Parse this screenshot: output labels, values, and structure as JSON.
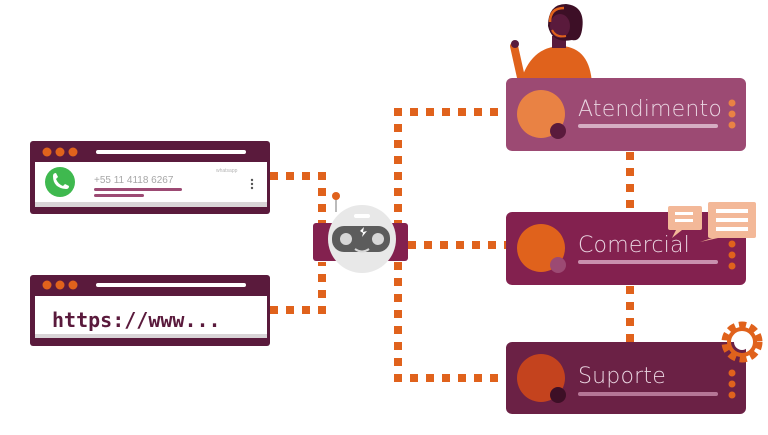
{
  "colors": {
    "connector": "#e0621c",
    "window_frame": "#5a1a3c",
    "atendimento_card": "#9c4a73",
    "comercial_card": "#83214f",
    "suporte_card": "#6b2145",
    "whatsapp_green": "#3fb94f"
  },
  "phone_widget": {
    "number": "+55 11 4118 6267",
    "tag": "whatsapp",
    "icon": "phone-icon",
    "menu_icon": "kebab-menu-icon"
  },
  "web_widget": {
    "url": "https://www..."
  },
  "bot": {
    "icon": "chatbot-robot-icon"
  },
  "departments": [
    {
      "label": "Atendimento",
      "icon": "agent-with-headset-icon"
    },
    {
      "label": "Comercial",
      "icon": "chat-bubbles-icon"
    },
    {
      "label": "Suporte",
      "icon": "gear-icon"
    }
  ]
}
